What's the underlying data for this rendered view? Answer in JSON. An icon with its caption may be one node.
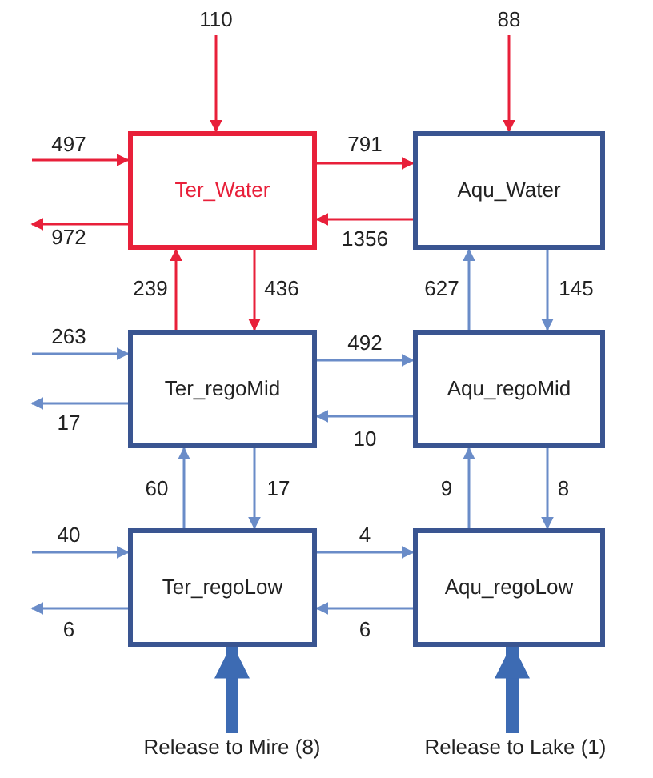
{
  "diagram": {
    "nodes": [
      {
        "text": [
          "Ter_Water"
        ]
      },
      {
        "text": [
          "Aqu_Water"
        ]
      },
      {
        "text": [
          "Ter_regoMid"
        ]
      },
      {
        "text": [
          "Aqu_regoMid"
        ]
      },
      {
        "text": [
          "Ter_regoLow"
        ]
      },
      {
        "text": [
          "Aqu_regoLow"
        ]
      },
      {
        "text": [
          "Release to Mire (8)"
        ]
      },
      {
        "text": [
          "Release to Lake (1)"
        ]
      }
    ],
    "edges": [
      {
        "from": null,
        "to": 0,
        "arrow": "to",
        "label": "110",
        "color": "#e8203a"
      },
      {
        "from": null,
        "to": 1,
        "arrow": "to",
        "label": "88",
        "color": "#e8203a"
      },
      {
        "from": null,
        "to": 0,
        "arrow": "to",
        "label": "497",
        "color": "#e8203a"
      },
      {
        "from": 0,
        "to": null,
        "arrow": "to",
        "label": "972",
        "color": "#e8203a"
      },
      {
        "from": 0,
        "to": 1,
        "arrow": "to",
        "label": "791",
        "color": "#e8203a"
      },
      {
        "from": 1,
        "to": 0,
        "arrow": "to",
        "label": "1356",
        "color": "#e8203a"
      },
      {
        "from": 2,
        "to": 0,
        "arrow": "to",
        "label": "239",
        "color": "#e8203a"
      },
      {
        "from": 0,
        "to": 2,
        "arrow": "to",
        "label": "436",
        "color": "#e8203a"
      },
      {
        "from": 3,
        "to": 1,
        "arrow": "to",
        "label": "627"
      },
      {
        "from": 1,
        "to": 3,
        "arrow": "to",
        "label": "145"
      },
      {
        "from": null,
        "to": 2,
        "arrow": "to",
        "label": "263"
      },
      {
        "from": 2,
        "to": null,
        "arrow": "to",
        "label": "17"
      },
      {
        "from": 2,
        "to": 3,
        "arrow": "to",
        "label": "492"
      },
      {
        "from": 3,
        "to": 2,
        "arrow": "to",
        "label": "10"
      },
      {
        "from": 4,
        "to": 2,
        "arrow": "to",
        "label": "60"
      },
      {
        "from": 2,
        "to": 4,
        "arrow": "to",
        "label": "17"
      },
      {
        "from": 5,
        "to": 3,
        "arrow": "to",
        "label": "9"
      },
      {
        "from": 3,
        "to": 5,
        "arrow": "to",
        "label": "8"
      },
      {
        "from": null,
        "to": 4,
        "arrow": "to",
        "label": "40"
      },
      {
        "from": 4,
        "to": null,
        "arrow": "to",
        "label": "6"
      },
      {
        "from": 4,
        "to": 5,
        "arrow": "to",
        "label": "4"
      },
      {
        "from": 5,
        "to": 4,
        "arrow": "to",
        "label": "6"
      },
      {
        "from": 6,
        "to": 4,
        "arrow": "to",
        "style": "thick",
        "color": "#3d6bb3"
      },
      {
        "from": 7,
        "to": 5,
        "arrow": "to",
        "style": "thick",
        "color": "#3d6bb3"
      }
    ]
  }
}
